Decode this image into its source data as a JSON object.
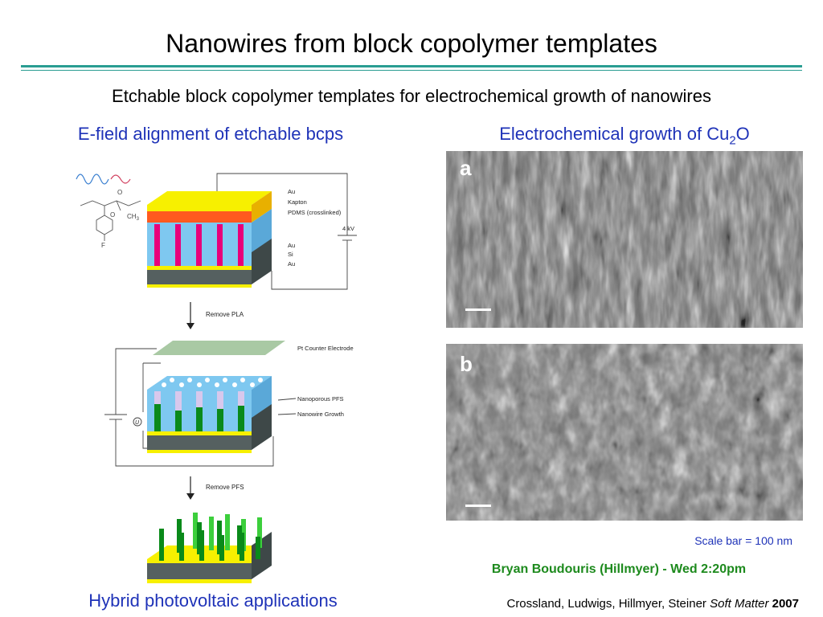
{
  "slide": {
    "title": "Nanowires from block copolymer templates",
    "subtitle": "Etchable block copolymer templates for electrochemical growth of nanowires",
    "left_heading": "E-field alignment of etchable bcps",
    "right_heading_main": "Electrochemical growth of Cu",
    "right_heading_sub": "2",
    "right_heading_tail": "O",
    "bottom_left": "Hybrid photovoltaic applications",
    "scale_note": "Scale bar = 100 nm",
    "talk": "Bryan Boudouris (Hillmyer) - Wed 2:20pm",
    "citation_authors": "Crossland, Ludwigs, Hillmyer, Steiner ",
    "citation_journal": "Soft Matter",
    "citation_year": "2007"
  },
  "diagram": {
    "layers_top": [
      "Au",
      "Kapton",
      "PDMS (crosslinked)"
    ],
    "layers_bottom": [
      "Au",
      "Si",
      "Au"
    ],
    "voltage": "4 kV",
    "step1": "Remove PLA",
    "counter_electrode": "Pt Counter Electrode",
    "nanoporous": "Nanoporous PFS",
    "growth": "Nanowire Growth",
    "u_label": "U",
    "step2": "Remove PFS",
    "chem_o": "O",
    "chem_ch3": "CH",
    "chem_ch3_sub": "3",
    "chem_f": "F"
  },
  "sem": {
    "panel_a": "a",
    "panel_b": "b"
  },
  "colors": {
    "accent_rule": "#2a9d92",
    "heading_blue": "#1f33b8",
    "talk_green": "#1d8a1d"
  }
}
